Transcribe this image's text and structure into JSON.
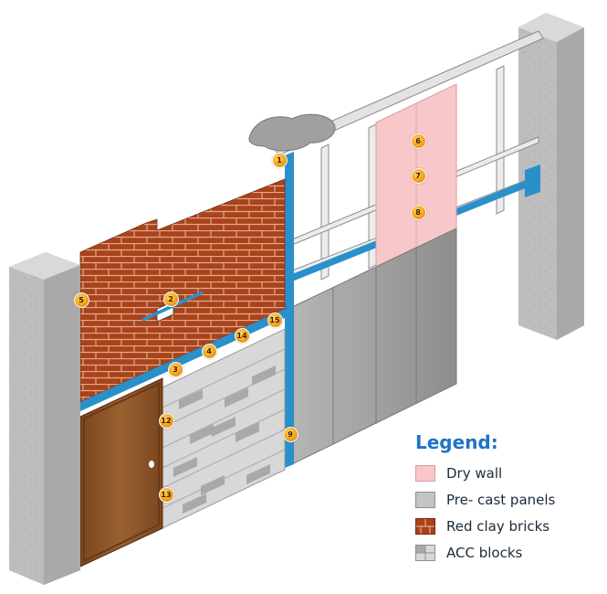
{
  "markers": [
    "1",
    "2",
    "3",
    "4",
    "5",
    "6",
    "7",
    "8",
    "9",
    "12",
    "13",
    "14",
    "15"
  ],
  "legend": {
    "title": "Legend:",
    "items": [
      {
        "label": "Dry wall",
        "color": "#f7c7c9",
        "icon": "pink-square-icon"
      },
      {
        "label": "Pre- cast panels",
        "color": "#c4c4c4",
        "icon": "gray-square-icon"
      },
      {
        "label": "Red clay bricks",
        "color": "#a8431c",
        "icon": "brick-icon"
      },
      {
        "label": "ACC blocks",
        "color": "#d8d8d8",
        "icon": "block-icon"
      }
    ]
  },
  "colors": {
    "brick": "#a8431c",
    "mortar": "#e8b79a",
    "drywall": "#f7c7c9",
    "precast": "#9c9c9c",
    "stud": "#2a90c9",
    "concrete": "#bdbdbd",
    "door": "#8b5526"
  }
}
